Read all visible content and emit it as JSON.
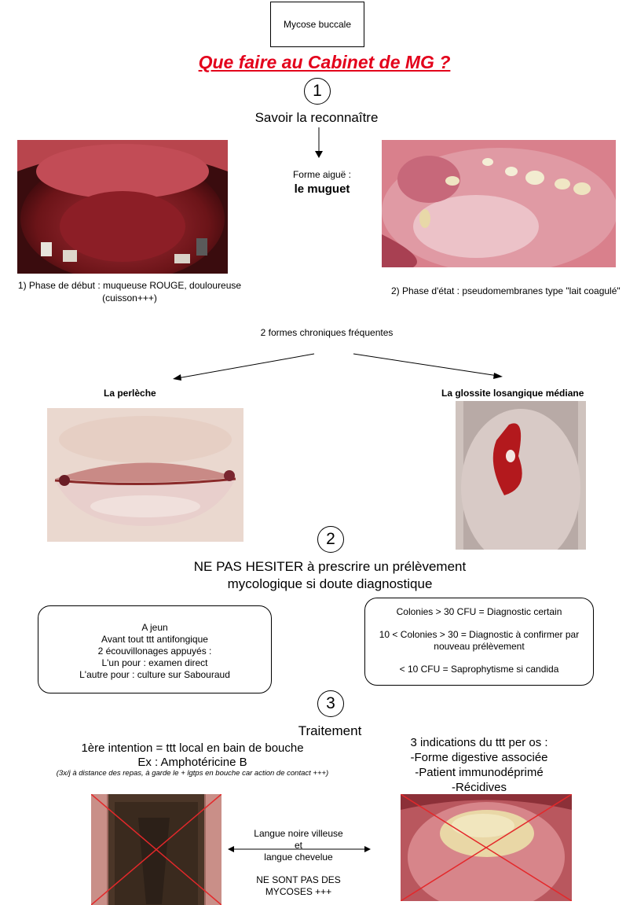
{
  "top_box": "Mycose buccale",
  "main_title": "Que faire au Cabinet de MG ?",
  "steps": [
    "1",
    "2",
    "3"
  ],
  "section1": {
    "heading": "Savoir la reconnaître",
    "forme_label": "Forme aiguë :",
    "forme_name": "le muguet",
    "caption_left_1": "1) Phase de début : muqueuse ROUGE, douloureuse",
    "caption_left_2": "(cuisson+++)",
    "caption_right": "2) Phase d'état : pseudomembranes type \"lait coagulé\""
  },
  "chronic": {
    "intro": "2 formes chroniques fréquentes",
    "left": "La perlèche",
    "right": "La glossite losangique médiane"
  },
  "section2": {
    "line1": "NE PAS HESITER à prescrire un prélèvement",
    "line2": "mycologique si doute diagnostique",
    "left_box": [
      "A jeun",
      "Avant tout ttt antifongique",
      "2 écouvillonages appuyés :",
      "L'un pour : examen direct",
      "L'autre pour : culture sur Sabouraud"
    ],
    "right_box": {
      "p1": "Colonies > 30 CFU = Diagnostic certain",
      "p2": "10 < Colonies > 30 = Diagnostic à confirmer par nouveau prélèvement",
      "p3": "< 10 CFU = Saprophytisme si candida"
    }
  },
  "section3": {
    "heading": "Traitement",
    "left_line1": "1ère intention = ttt local en bain de bouche",
    "left_line2": "Ex : Amphotéricine B",
    "left_note": "(3x/j à distance des repas, à garde le + lgtps en bouche car action de contact +++)",
    "right_title": "3 indications du ttt per os :",
    "right_items": [
      "-Forme digestive associée",
      "-Patient immunodéprimé",
      "-Récidives"
    ],
    "middle": [
      "Langue noire villeuse",
      "et",
      "langue chevelue",
      "NE SONT PAS DES",
      "MYCOSES +++"
    ]
  },
  "colors": {
    "title_red": "#e3001b",
    "cross_red": "#e4282a"
  }
}
